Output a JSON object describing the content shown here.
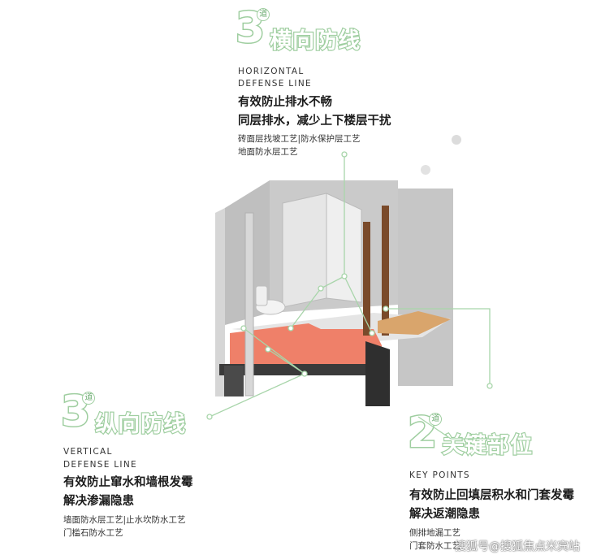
{
  "horizontal": {
    "number": "3",
    "unit": "道",
    "title": "横向防线",
    "en_line1": "HORIZONTAL",
    "en_line2": "DEFENSE LINE",
    "desc_line1": "有效防止排水不畅",
    "desc_line2": "同层排水，减少上下楼层干扰",
    "detail_line1": "砖面层找坡工艺|防水保护层工艺",
    "detail_line2": "地面防水层工艺"
  },
  "vertical": {
    "number": "3",
    "unit": "道",
    "title": "纵向防线",
    "en_line1": "VERTICAL",
    "en_line2": "DEFENSE LINE",
    "desc_line1": "有效防止窜水和墙根发霉",
    "desc_line2": "解决渗漏隐患",
    "detail_line1": "墙面防水层工艺|止水坎防水工艺",
    "detail_line2": "门槛石防水工艺"
  },
  "keypoints": {
    "number": "2",
    "unit": "道",
    "title": "关键部位",
    "en_line1": "KEY POINTS",
    "desc_line1": "有效防止回填层积水和门套发霉",
    "desc_line2": "解决返潮隐患",
    "detail_line1": "侧排地漏工艺",
    "detail_line2": "门套防水工艺"
  },
  "watermark": "搜狐号@搜狐焦点米宾站",
  "colors": {
    "accent_green": "#9fcea0",
    "line_green": "#a8d5aa",
    "waterproof_red": "#ef8069",
    "wall_grey": "#cfcfcf",
    "wood_brown": "#7a4a2a",
    "board_tan": "#d9a56c"
  }
}
